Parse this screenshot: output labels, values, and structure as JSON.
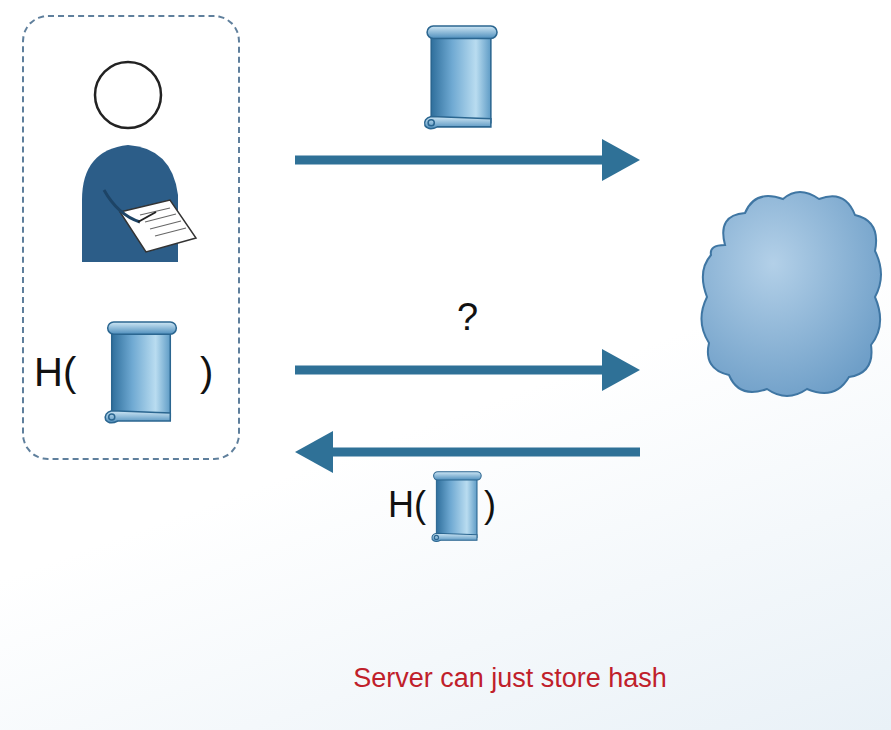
{
  "diagram": {
    "caption": "Server can just store hash",
    "nodes": [
      {
        "text": [
          "H(",
          ")"
        ]
      },
      {
        "text": []
      }
    ],
    "edges": [
      {
        "from": 0,
        "to": 1,
        "arrow": "to"
      },
      {
        "from": 0,
        "to": 1,
        "arrow": "to",
        "label": "?"
      },
      {
        "from": 1,
        "to": 0,
        "arrow": "to"
      }
    ],
    "labels": [
      "H(",
      ")"
    ]
  }
}
